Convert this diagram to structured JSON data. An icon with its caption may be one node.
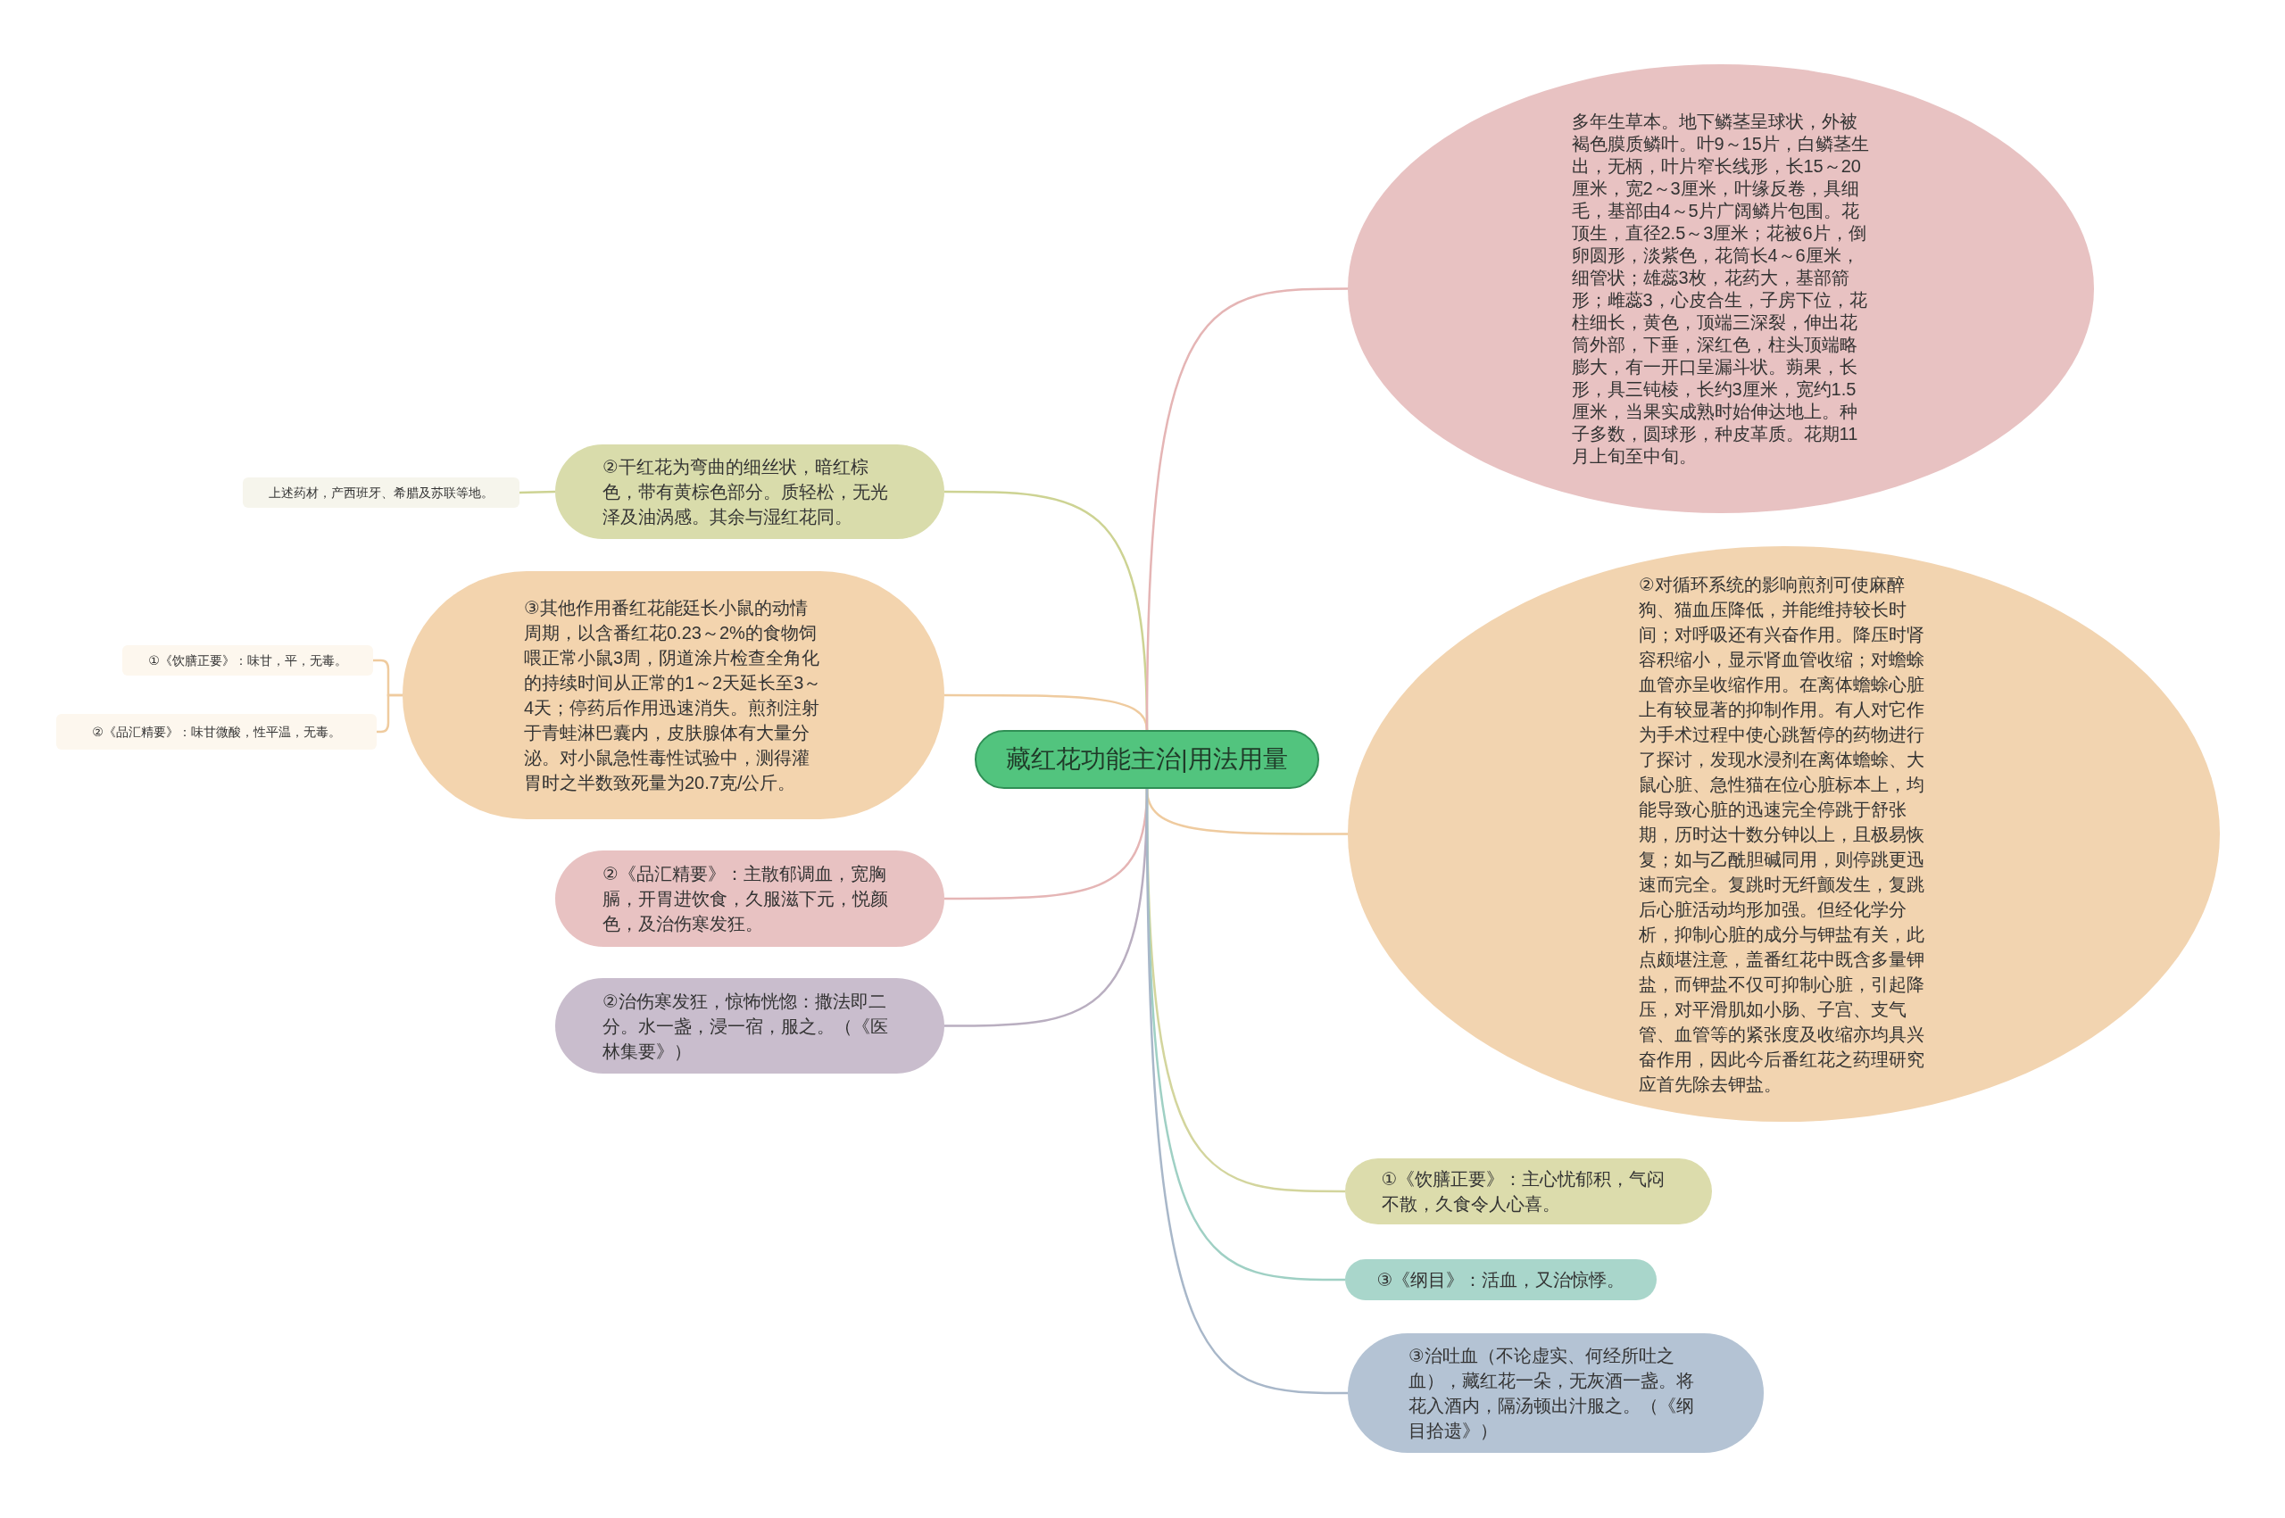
{
  "diagram": {
    "nodes": [
      {
        "text": [
          "藏红花功能主治|用法用量"
        ]
      },
      {
        "text": [
          "②干红花为弯曲的细丝状，暗红棕色，带有黄棕色部分。质轻松，无光泽及油涡感。其余与湿红花同。"
        ]
      },
      {
        "text": [
          "上述药材，产西班牙、希腊及苏联等地。"
        ]
      },
      {
        "text": [
          "③其他作用番红花能廷长小鼠的动情周期，以含番红花0.23～2%的食物饲喂正常小鼠3周，阴道涂片检查全角化的持续时间从正常的1～2天延长至3～4天；停药后作用迅速消失。煎剂注射于青蛙淋巴囊内，皮肤腺体有大量分泌。对小鼠急性毒性试验中，测得灌胃时之半数致死量为20.7克/公斤。"
        ]
      },
      {
        "text": [
          "①《饮膳正要》：味甘，平，无毒。"
        ]
      },
      {
        "text": [
          "②《品汇精要》：味甘微酸，性平温，无毒。"
        ]
      },
      {
        "text": [
          "②《品汇精要》：主散郁调血，宽胸膈，开胃进饮食，久服滋下元，悦颜色，及治伤寒发狂。"
        ]
      },
      {
        "text": [
          "②治伤寒发狂，惊怖恍惚：撒法即二分。水一盏，浸一宿，服之。（《医林集要》）"
        ]
      },
      {
        "text": [
          "多年生草本。地下鳞茎呈球状，外被褐色膜质鳞叶。叶9～15片，白鳞茎生出，无柄，叶片窄长线形，长15～20厘米，宽2～3厘米，叶缘反卷，具细毛，基部由4～5片广阔鳞片包围。花顶生，直径2.5～3厘米；花被6片，倒卵圆形，淡紫色，花筒长4～6厘米，细管状；雄蕊3枚，花药大，基部箭形；雌蕊3，心皮合生，子房下位，花柱细长，黄色，顶端三深裂，伸出花筒外部，下垂，深红色，柱头顶端略膨大，有一开口呈漏斗状。蒴果，长形，具三钝棱，长约3厘米，宽约1.5厘米，当果实成熟时始伸达地上。种子多数，圆球形，种皮革质。花期11月上旬至中旬。"
        ]
      },
      {
        "text": [
          "②对循环系统的影响煎剂可使麻醉狗、猫血压降低，并能维持较长时间；对呼吸还有兴奋作用。降压时肾容积缩小，显示肾血管收缩；对蟾蜍血管亦呈收缩作用。在离体蟾蜍心脏上有较显著的抑制作用。有人对它作为手术过程中使心跳暂停的药物进行了探讨，发现水浸剂在离体蟾蜍、大鼠心脏、急性猫在位心脏标本上，均能导致心脏的迅速完全停跳于舒张期，历时达十数分钟以上，且极易恢复；如与乙酰胆碱同用，则停跳更迅速而完全。复跳时无纤颤发生，复跳后心脏活动均形加强。但经化学分析，抑制心脏的成分与钾盐有关，此点颇堪注意，盖番红花中既含多量钾盐，而钾盐不仅可抑制心脏，引起降压，对平滑肌如小肠、子宫、支气管、血管等的紧张度及收缩亦均具兴奋作用，因此今后番红花之药理研究应首先除去钾盐。"
        ]
      },
      {
        "text": [
          "①《饮膳正要》：主心忧郁积，气闷不散，久食令人心喜。"
        ]
      },
      {
        "text": [
          "③《纲目》：活血，又治惊悸。"
        ]
      },
      {
        "text": [
          "③治吐血（不论虚实、何经所吐之血），藏红花一朵，无灰酒一盏。将花入酒内，隔汤顿出汁服之。（《纲目拾遗》）"
        ]
      }
    ],
    "edges": [
      {
        "from": 0,
        "to": 1,
        "arrow": "none",
        "color": "#cdd393"
      },
      {
        "from": 1,
        "to": 2,
        "arrow": "none",
        "color": "#cdd393"
      },
      {
        "from": 0,
        "to": 3,
        "arrow": "none",
        "color": "#efcb9f"
      },
      {
        "from": 3,
        "to": 4,
        "arrow": "none",
        "color": "#efcb9f"
      },
      {
        "from": 3,
        "to": 5,
        "arrow": "none",
        "color": "#efcb9f"
      },
      {
        "from": 0,
        "to": 6,
        "arrow": "none",
        "color": "#e5b5b5"
      },
      {
        "from": 0,
        "to": 7,
        "arrow": "none",
        "color": "#b9aec0"
      },
      {
        "from": 0,
        "to": 8,
        "arrow": "none",
        "color": "#e5b5b5"
      },
      {
        "from": 0,
        "to": 9,
        "arrow": "none",
        "color": "#efcb9f"
      },
      {
        "from": 0,
        "to": 10,
        "arrow": "none",
        "color": "#d3d59d"
      },
      {
        "from": 0,
        "to": 11,
        "arrow": "none",
        "color": "#9fd0c4"
      },
      {
        "from": 0,
        "to": 12,
        "arrow": "none",
        "color": "#a8b7c9"
      }
    ]
  }
}
